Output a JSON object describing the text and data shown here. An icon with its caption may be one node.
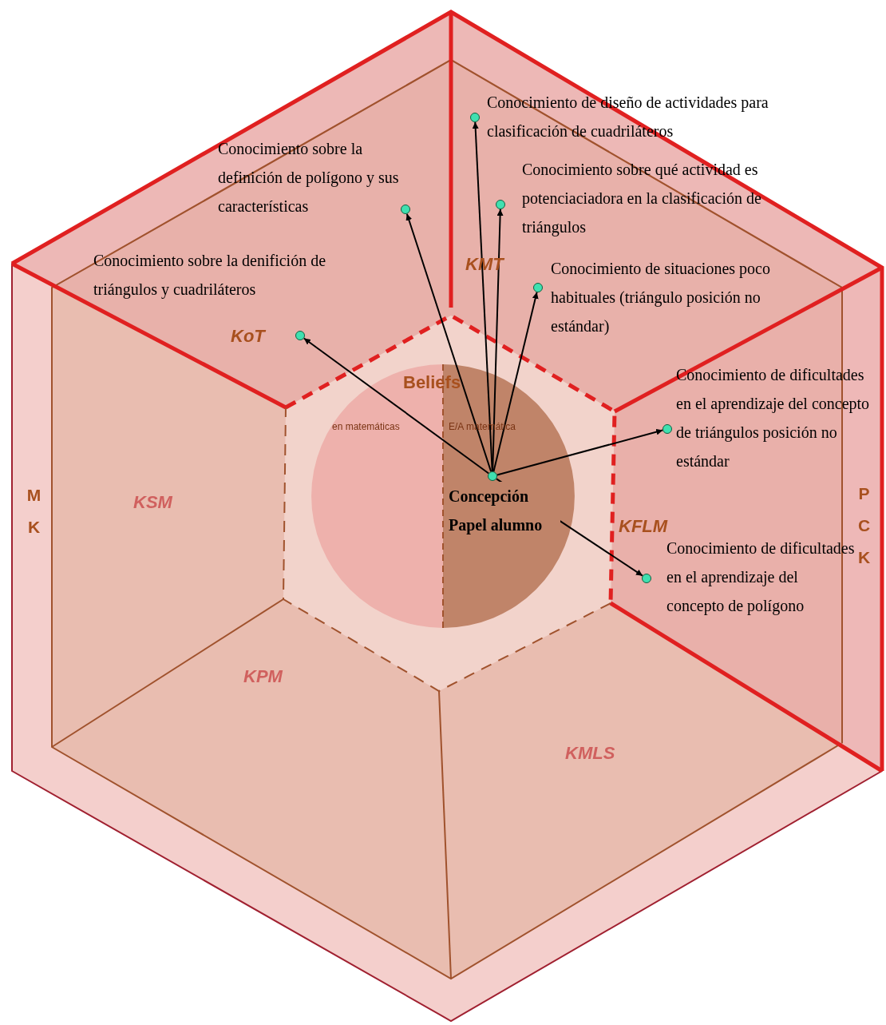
{
  "diagram": {
    "nodes": [
      {
        "text": [],
        "shape": "circle",
        "beside": [
          "Concepción Papel alumno"
        ]
      },
      {
        "text": [],
        "shape": "circle",
        "beside": [
          "Conocimiento de diseño de actividades para clasificación de cuadriláteros"
        ]
      },
      {
        "text": [],
        "shape": "circle",
        "beside": [
          "Conocimiento sobre la definición de polígono y sus características"
        ]
      },
      {
        "text": [],
        "shape": "circle",
        "beside": [
          "Conocimiento sobre qué actividad es potenciaciadora en la clasificación de triángulos"
        ]
      },
      {
        "text": [],
        "shape": "circle",
        "beside": [
          "Conocimiento sobre la denifición de triángulos y cuadriláteros"
        ]
      },
      {
        "text": [],
        "shape": "circle",
        "beside": [
          "Conocimiento de situaciones poco habituales (triángulo posición no estándar)"
        ]
      },
      {
        "text": [],
        "shape": "circle",
        "beside": [
          "Conocimiento de dificultades en el aprendizaje del concepto de triángulos posición no estándar"
        ]
      },
      {
        "text": [],
        "shape": "circle",
        "beside": [
          "Conocimiento de dificultades en el aprendizaje del concepto de polígono"
        ]
      }
    ],
    "edges": [
      {
        "from": 0,
        "to": 1,
        "arrow": "to"
      },
      {
        "from": 0,
        "to": 2,
        "arrow": "to"
      },
      {
        "from": 0,
        "to": 3,
        "arrow": "to"
      },
      {
        "from": 0,
        "to": 4,
        "arrow": "to"
      },
      {
        "from": 0,
        "to": 5,
        "arrow": "to"
      },
      {
        "from": 0,
        "to": 6,
        "arrow": "to"
      },
      {
        "from": 0,
        "to": 7,
        "arrow": "to"
      }
    ],
    "labels": [
      "KMT",
      "KoT",
      "Beliefs",
      "en matemáticas",
      "E/A matemática",
      "MK",
      "PCK",
      "KSM",
      "KFLM",
      "KPM",
      "KMLS"
    ]
  }
}
